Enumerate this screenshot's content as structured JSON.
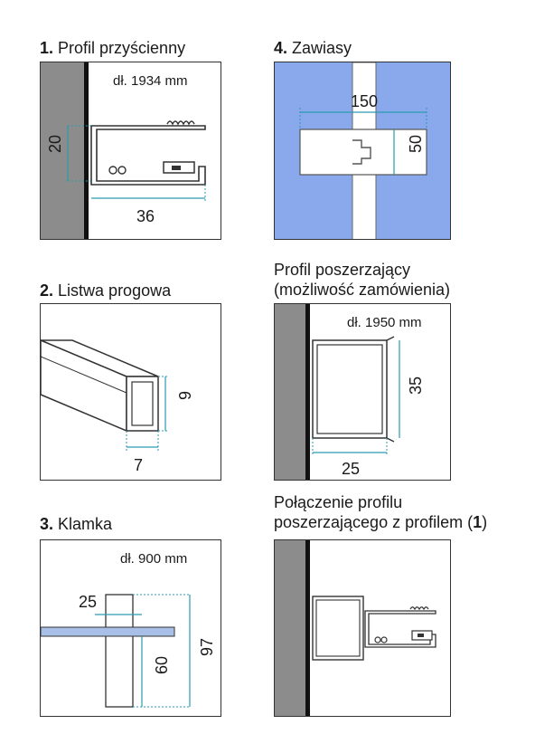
{
  "panels": {
    "p1": {
      "num": "1.",
      "title": "Profil przyścienny",
      "length": "dł. 1934 mm",
      "dim_height": "20",
      "dim_width": "36"
    },
    "p2": {
      "num": "2.",
      "title": "Listwa progowa",
      "dim_height": "9",
      "dim_width": "7"
    },
    "p3": {
      "num": "3.",
      "title": "Klamka",
      "length": "dł. 900 mm",
      "dim_width": "25",
      "dim_inner": "60",
      "dim_total": "97"
    },
    "p4": {
      "num": "4.",
      "title": "Zawiasy",
      "dim_width": "150",
      "dim_height": "50"
    },
    "p5": {
      "title_line1": "Profil poszerzający",
      "title_line2": "(możliwość zamówienia)",
      "length": "dł. 1950 mm",
      "dim_height": "35",
      "dim_width": "25"
    },
    "p6": {
      "title_line1": "Połączenie profilu",
      "title_line2_prefix": "poszerzającego z profilem (",
      "title_line2_num": "1",
      "title_line2_suffix": ")"
    }
  },
  "colors": {
    "wall": "#8c8c8c",
    "glass_blue": "#8aa9ec",
    "dim_line": "#2a9ab0",
    "glass_bar": "#a8bfe8"
  }
}
